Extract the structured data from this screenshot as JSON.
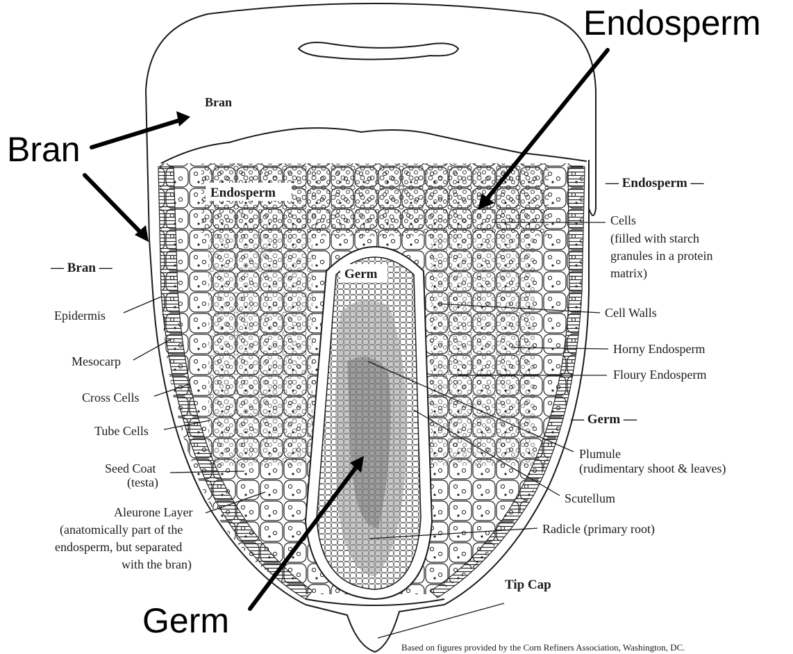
{
  "callouts": {
    "endosperm_big": "Endosperm",
    "bran_big": "Bran",
    "germ_big": "Germ"
  },
  "inner_labels": {
    "bran_top": "Bran",
    "endosperm_inner": "Endosperm",
    "germ_inner": "Germ",
    "tip_cap": "Tip Cap"
  },
  "headers": {
    "bran": "— Bran —",
    "endosperm": "— Endosperm —",
    "germ": "— Germ —"
  },
  "left_labels": {
    "epidermis": "Epidermis",
    "mesocarp": "Mesocarp",
    "cross_cells": "Cross Cells",
    "tube_cells": "Tube Cells",
    "seed_coat_1": "Seed Coat",
    "seed_coat_2": "(testa)",
    "aleurone_1": "Aleurone Layer",
    "aleurone_2": "(anatomically part of the",
    "aleurone_3": "endosperm, but separated",
    "aleurone_4": "with the bran)"
  },
  "right_labels": {
    "cells_1": "Cells",
    "cells_2": "(filled with starch",
    "cells_3": "granules in a protein",
    "cells_4": "matrix)",
    "cell_walls": "Cell Walls",
    "horny_endosperm": "Horny Endosperm",
    "floury_endosperm": "Floury Endosperm",
    "plumule_1": "Plumule",
    "plumule_2": "(rudimentary shoot & leaves)",
    "scutellum": "Scutellum",
    "radicle": "Radicle (primary root)"
  },
  "credit": "Based on figures provided by the Corn Refiners Association, Washington, DC.",
  "colors": {
    "ink": "#1a1a1a",
    "background": "#ffffff",
    "germ_shade": "#9a9a9a"
  }
}
